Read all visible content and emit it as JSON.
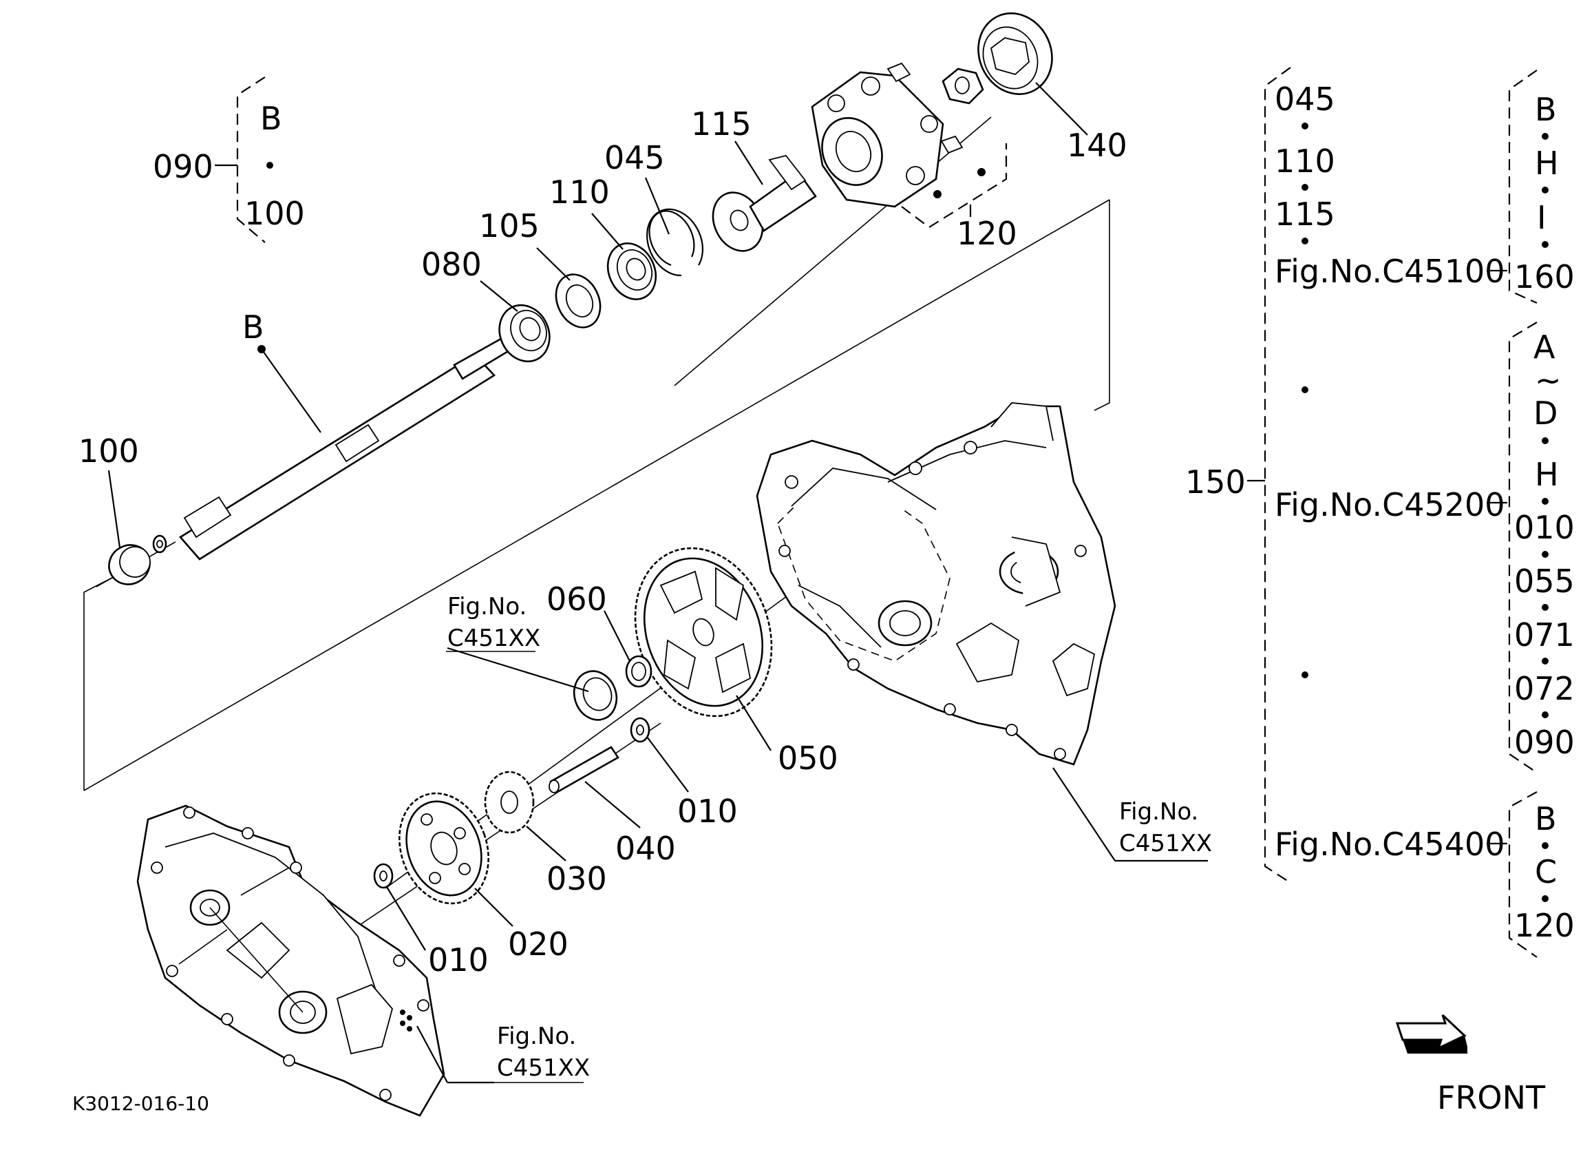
{
  "diagram_id": "K3012-016-10",
  "front_label": "FRONT",
  "group_090": {
    "ref": "090",
    "top": "B",
    "bottom": "100"
  },
  "callouts": {
    "c_b": "B",
    "c_100": "100",
    "c_080": "080",
    "c_105": "105",
    "c_110": "110",
    "c_045": "045",
    "c_115": "115",
    "c_140": "140",
    "c_120": "120",
    "c_060": "060",
    "c_050": "050",
    "c_010a": "010",
    "c_040": "040",
    "c_030": "030",
    "c_020": "020",
    "c_010b": "010"
  },
  "figrefs": {
    "left": {
      "line1": "Fig.No.",
      "line2": "C451XX"
    },
    "case": {
      "line1": "Fig.No.",
      "line2": "C451XX"
    },
    "cover": {
      "line1": "Fig.No.",
      "line2": "C451XX"
    }
  },
  "assembly": {
    "ref": "150",
    "inner_list": [
      "045",
      "110",
      "115"
    ],
    "fig_c45100": "Fig.No.C45100",
    "fig_c45200": "Fig.No.C45200",
    "fig_c45400": "Fig.No.C45400",
    "c45100_items": [
      "B",
      "H",
      "I",
      "160"
    ],
    "c45200_items": [
      "A",
      "~",
      "D",
      "H",
      "010",
      "055",
      "071",
      "072",
      "090"
    ],
    "c45400_items": [
      "B",
      "C",
      "120"
    ]
  }
}
